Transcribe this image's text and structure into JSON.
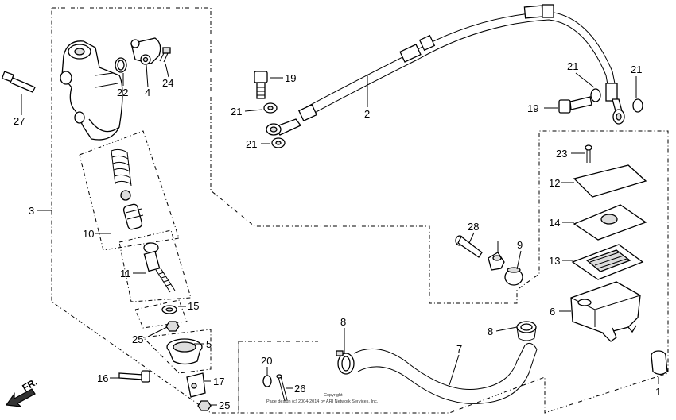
{
  "diagram": {
    "callouts": {
      "c1": "1",
      "c2": "2",
      "c3": "3",
      "c4": "4",
      "c5": "5",
      "c6": "6",
      "c7": "7",
      "c8a": "8",
      "c8b": "8",
      "c9": "9",
      "c10": "10",
      "c11": "11",
      "c12": "12",
      "c13": "13",
      "c14": "14",
      "c15": "15",
      "c16": "16",
      "c17": "17",
      "c19a": "19",
      "c19b": "19",
      "c20": "20",
      "c21a": "21",
      "c21b": "21",
      "c21c": "21",
      "c21d": "21",
      "c22": "22",
      "c23": "23",
      "c24": "24",
      "c25a": "25",
      "c25b": "25",
      "c26": "26",
      "c27": "27",
      "c28": "28"
    },
    "direction_label": "FR.",
    "copyright_line1": "Copyright",
    "copyright_line2": "Page design (c) 2004-2014 by ARI Network Services, Inc."
  }
}
